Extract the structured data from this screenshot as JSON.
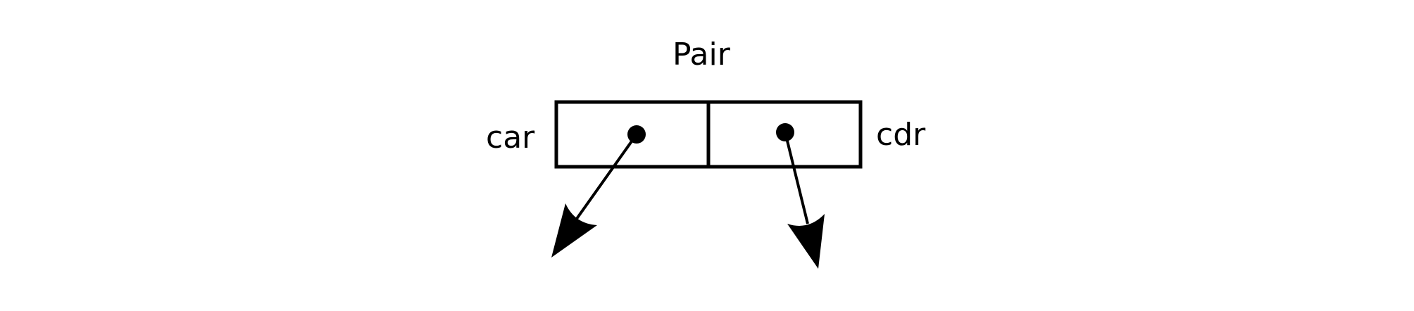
{
  "diagram": {
    "title": "Pair",
    "car_label": "car",
    "cdr_label": "cdr"
  },
  "colors": {
    "stroke": "#000000",
    "background": "#ffffff"
  }
}
